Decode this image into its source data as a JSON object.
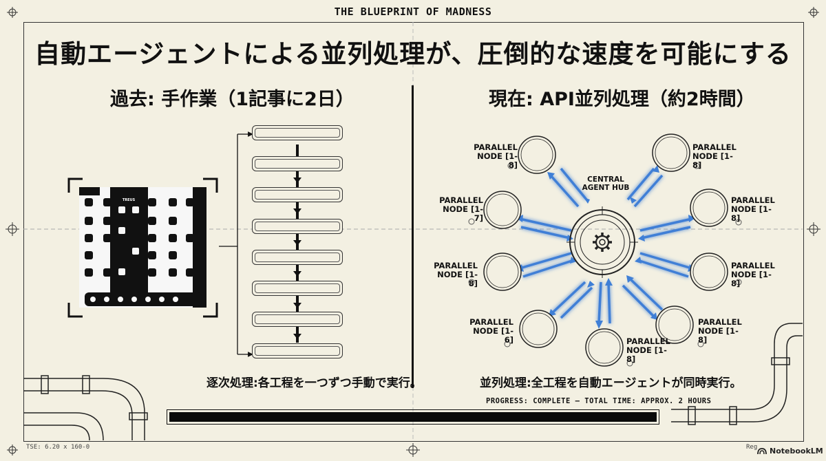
{
  "header": {
    "title": "THE BLUEPRINT OF MADNESS"
  },
  "main_title": "自動エージェントによる並列処理が、圧倒的な速度を可能にする",
  "left": {
    "heading": "過去: 手作業（1記事に2日）",
    "caption": "逐次処理:各工程を一つずつ手動で実行。",
    "phone_logo": "TREUS",
    "steps_count_note": ""
  },
  "right": {
    "heading": "現在: API並列処理（約2時間）",
    "caption": "並列処理:全工程を自動エージェントが同時実行。",
    "hub": {
      "line1": "CENTRAL",
      "line2": "AGENT HUB"
    },
    "nodes": [
      {
        "line1": "PARALLEL",
        "line2": "NODE [1-8]"
      },
      {
        "line1": "PARALLEL",
        "line2": "NODE [1-8]"
      },
      {
        "line1": "PARALLEL",
        "line2": "NODE [1-7]"
      },
      {
        "line1": "PARALLEL",
        "line2": "NODE [1-8]"
      },
      {
        "line1": "PARALLEL",
        "line2": "NODE [1-8]"
      },
      {
        "line1": "PARALLEL",
        "line2": "NODE [1-8]"
      },
      {
        "line1": "PARALLEL",
        "line2": "NODE [1-6]"
      },
      {
        "line1": "PARALLEL",
        "line2": "NODE [1-8]"
      },
      {
        "line1": "PARALLEL",
        "line2": "NODE [1-8]"
      }
    ]
  },
  "progress": {
    "text": "PROGRESS: COMPLETE – TOTAL TIME: APPROX. 2 HOURS",
    "fraction": 1.0
  },
  "footer": {
    "left": "TSE: 6.20 x 160-0",
    "right": "Reg"
  },
  "watermark": {
    "text": "NotebookLM"
  },
  "colors": {
    "background": "#f3f0e2",
    "ink": "#111111",
    "arrow_blue": "#3f7fd6",
    "arrow_glow": "#a9c9f2"
  }
}
